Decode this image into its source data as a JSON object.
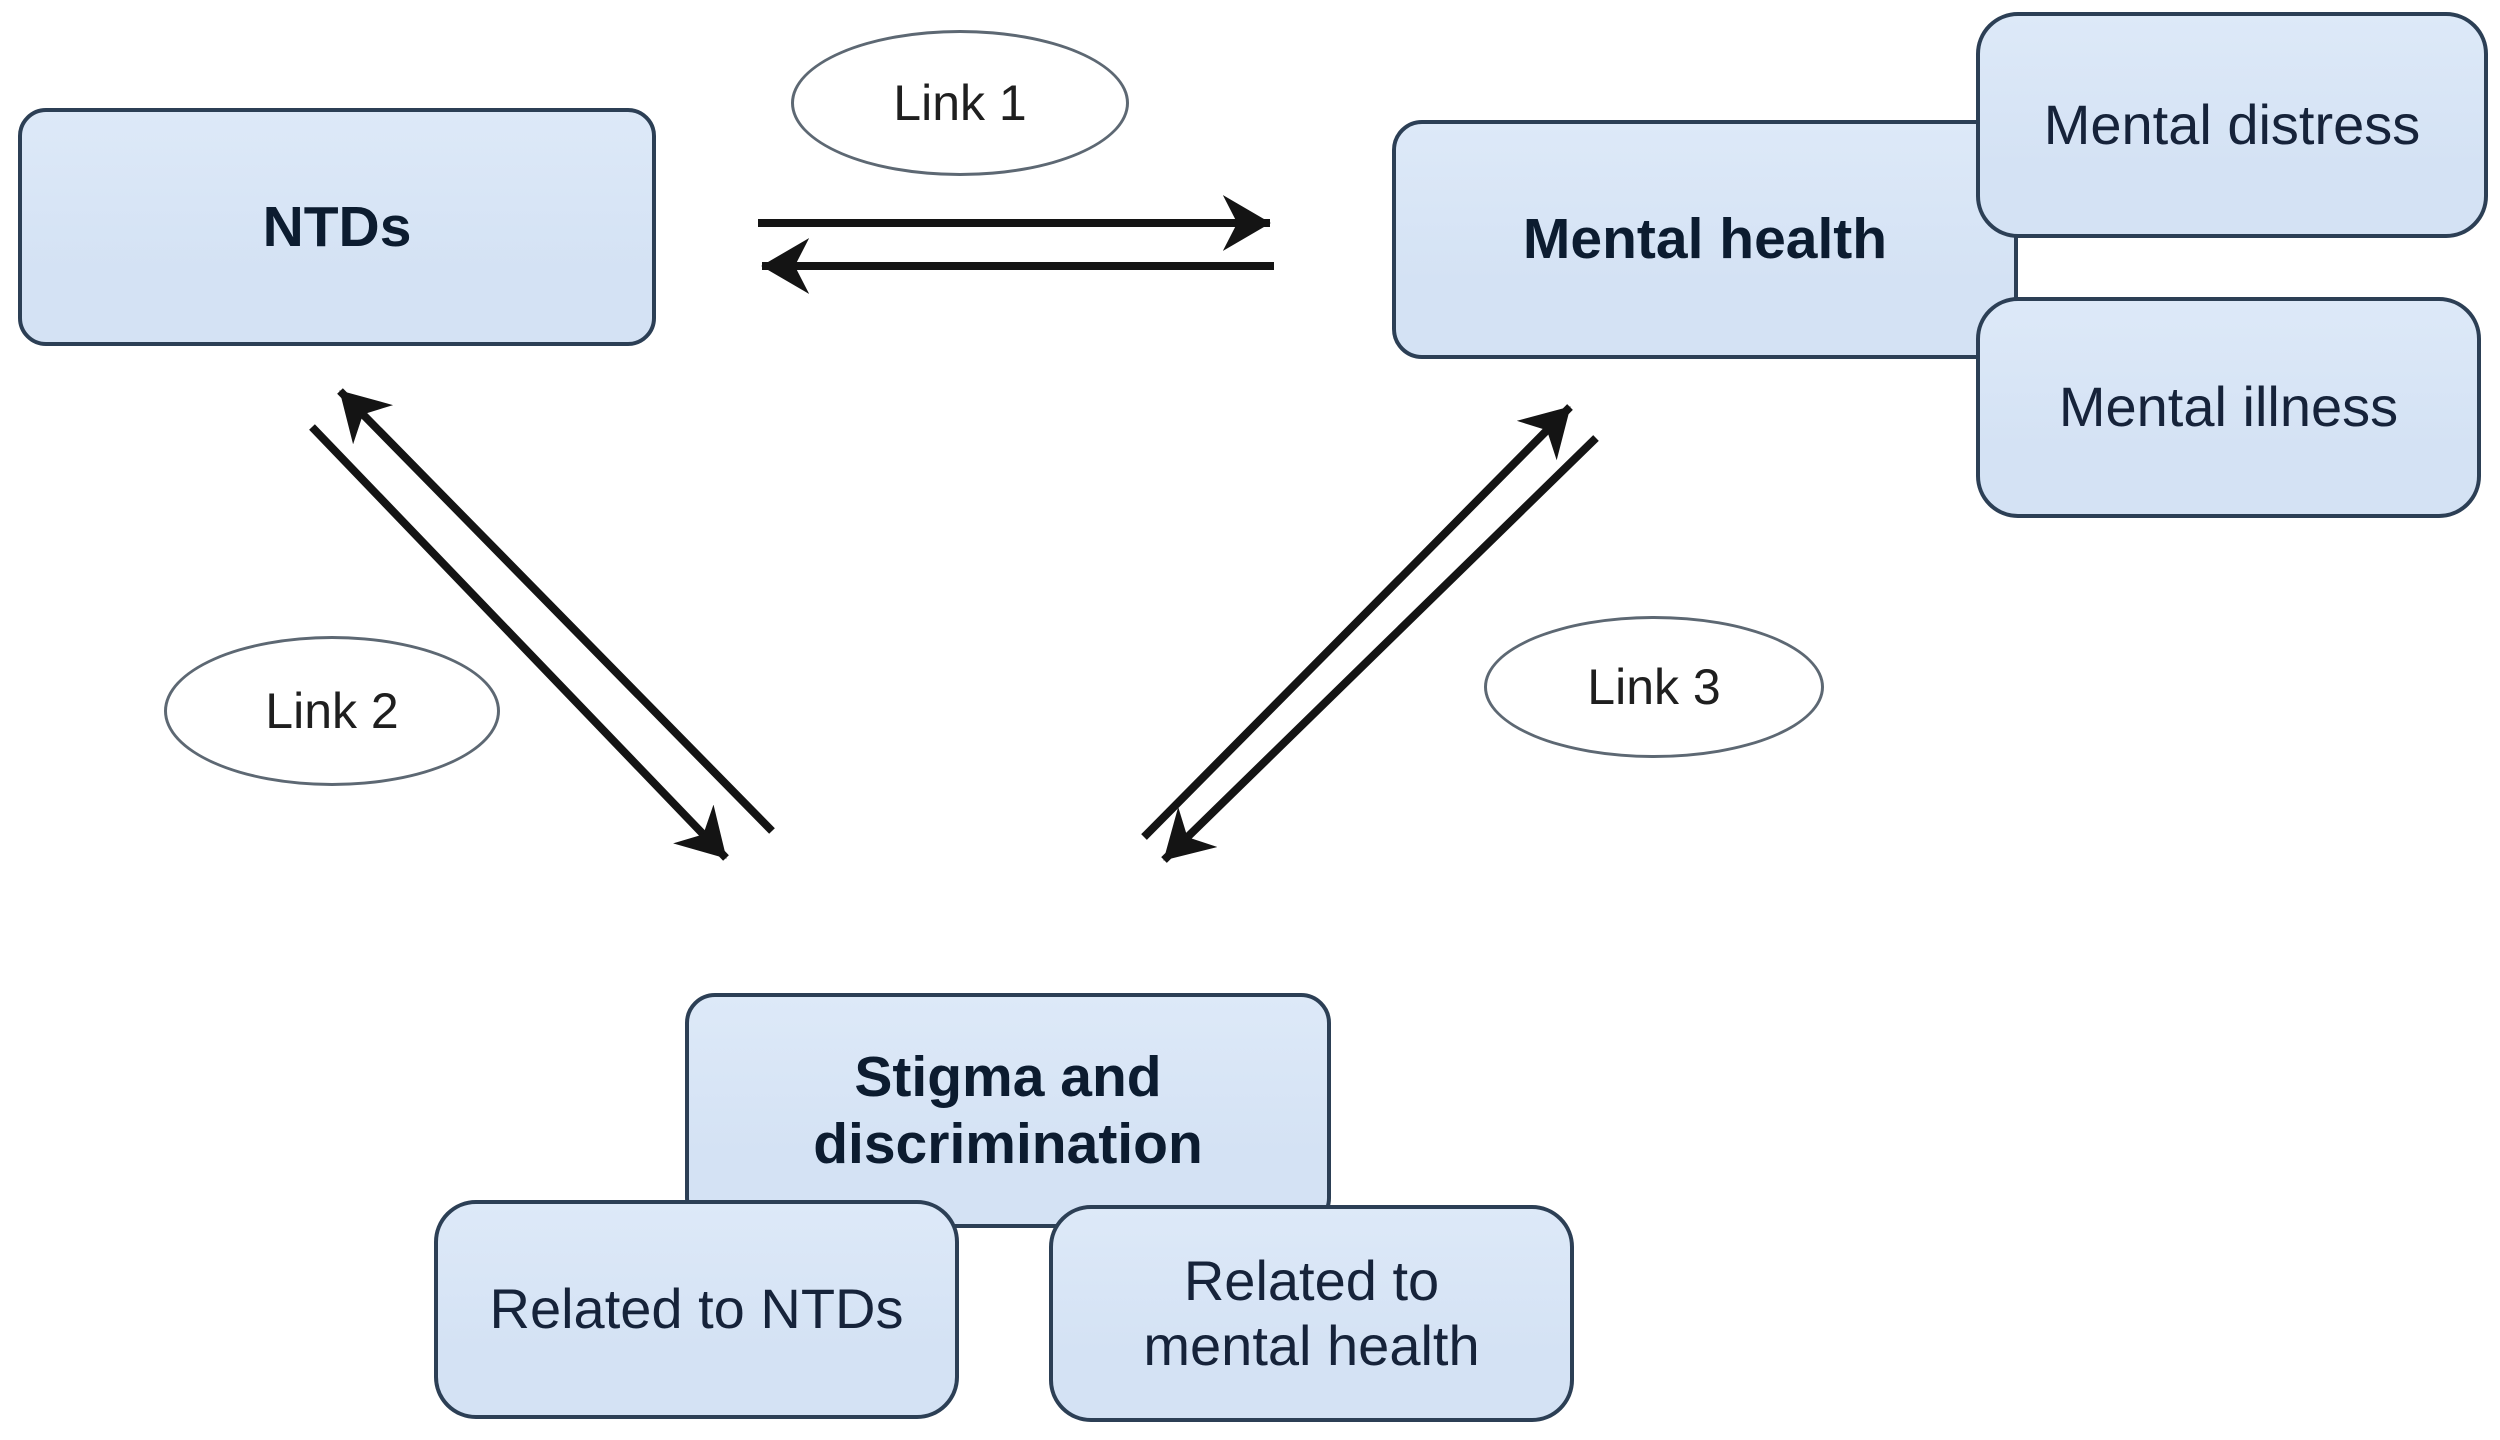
{
  "theme": {
    "background": "#ffffff",
    "node_fill": "#d4e2f4",
    "node_fill_light": "#dde9f8",
    "node_border": "#2c3f55",
    "title_color": "#0c1c30",
    "label_color": "#16233a",
    "link_text_color": "#1f1f1f",
    "ellipse_border": "#5d6873",
    "ellipse_fill": "#ffffff",
    "arrow_color": "#141414"
  },
  "nodes": {
    "ntds": {
      "label": "NTDs"
    },
    "mental_health": {
      "label": "Mental health"
    },
    "mental_distress": {
      "label": "Mental distress"
    },
    "mental_illness": {
      "label": "Mental illness"
    },
    "stigma": {
      "label": "Stigma and\ndiscrimination"
    },
    "related_ntds": {
      "label": "Related to NTDs"
    },
    "related_mental_health": {
      "label": "Related to\nmental health"
    }
  },
  "links": {
    "link1": {
      "label": "Link 1",
      "between": [
        "NTDs",
        "Mental health"
      ],
      "bidirectional": true
    },
    "link2": {
      "label": "Link 2",
      "between": [
        "NTDs",
        "Stigma and discrimination"
      ],
      "bidirectional": true
    },
    "link3": {
      "label": "Link 3",
      "between": [
        "Mental health",
        "Stigma and discrimination"
      ],
      "bidirectional": true
    }
  }
}
